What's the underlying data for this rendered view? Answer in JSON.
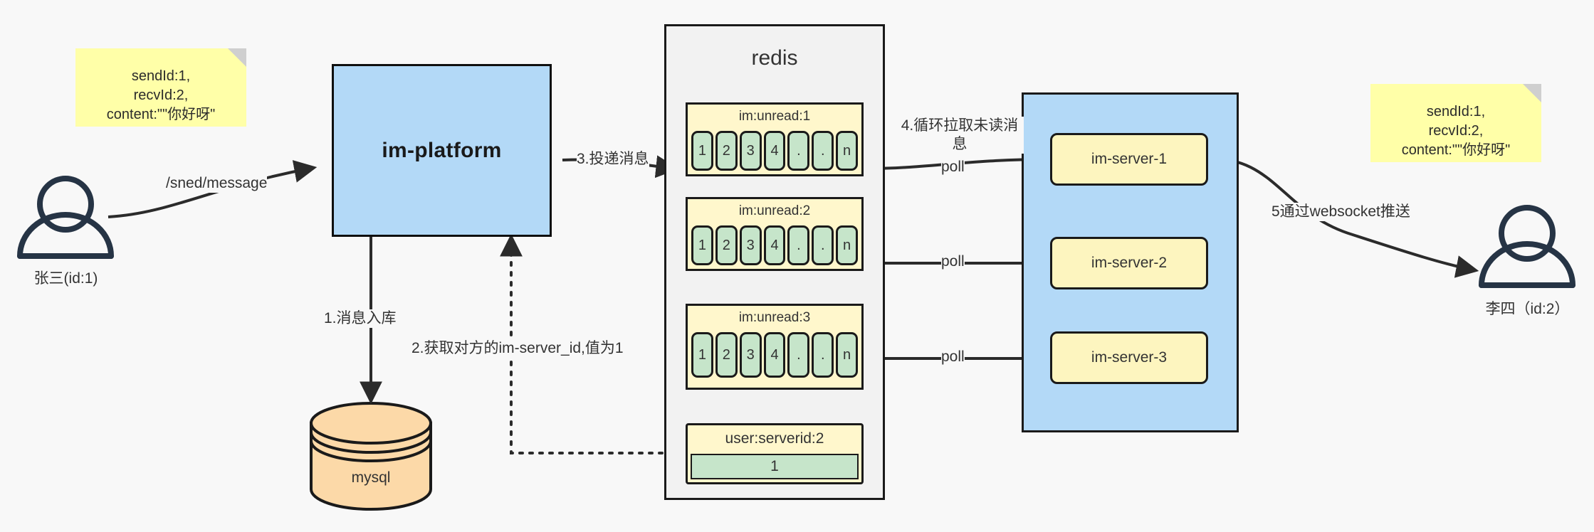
{
  "diagram": {
    "title": "IM message delivery architecture",
    "background": "#f8f8f8"
  },
  "notes": {
    "left": {
      "lines": [
        "sendId:1,",
        "recvId:2,",
        "content:\"\"你好呀\""
      ],
      "color": "#ffffa8"
    },
    "right": {
      "lines": [
        "sendId:1,",
        "recvId:2,",
        "content:\"\"你好呀\""
      ],
      "color": "#ffffa8"
    }
  },
  "actors": {
    "sender": {
      "label": "张三(id:1)",
      "icon": "user-icon"
    },
    "receiver": {
      "label": "李四（id:2）",
      "icon": "user-icon"
    }
  },
  "platform": {
    "label": "im-platform",
    "fill": "#b3d9f7"
  },
  "database": {
    "label": "mysql",
    "fill": "#fcd9a8"
  },
  "redis": {
    "title": "redis",
    "fill": "#f2f2f2",
    "lists": [
      {
        "key": "im:unread:1",
        "cells": [
          "1",
          "2",
          "3",
          "4",
          ".",
          ".",
          "n"
        ]
      },
      {
        "key": "im:unread:2",
        "cells": [
          "1",
          "2",
          "3",
          "4",
          ".",
          ".",
          "n"
        ]
      },
      {
        "key": "im:unread:3",
        "cells": [
          "1",
          "2",
          "3",
          "4",
          ".",
          ".",
          "n"
        ]
      }
    ],
    "kv": {
      "key": "user:serverid:2",
      "value": "1"
    }
  },
  "cluster": {
    "fill": "#b3d9f7",
    "servers": [
      {
        "label": "im-server-1"
      },
      {
        "label": "im-server-2"
      },
      {
        "label": "im-server-3"
      }
    ]
  },
  "edges": {
    "send_message": "/sned/message",
    "step1": "1.消息入库",
    "step2": "2.获取对方的im-server_id,值为1",
    "step3": "3.投递消息",
    "step4": "4.循环拉取未读消息",
    "step5": "5通过websocket推送",
    "poll1": "poll",
    "poll2": "poll",
    "poll3": "poll"
  },
  "colors": {
    "note_yellow": "#ffffa8",
    "box_blue": "#b3d9f7",
    "cell_green": "#c6e5ca",
    "header_yellow": "#fff7cc",
    "server_yellow": "#fdf5bf",
    "db_orange": "#fcd9a8",
    "stroke": "#1a1a1a",
    "actor_navy": "#263445"
  }
}
